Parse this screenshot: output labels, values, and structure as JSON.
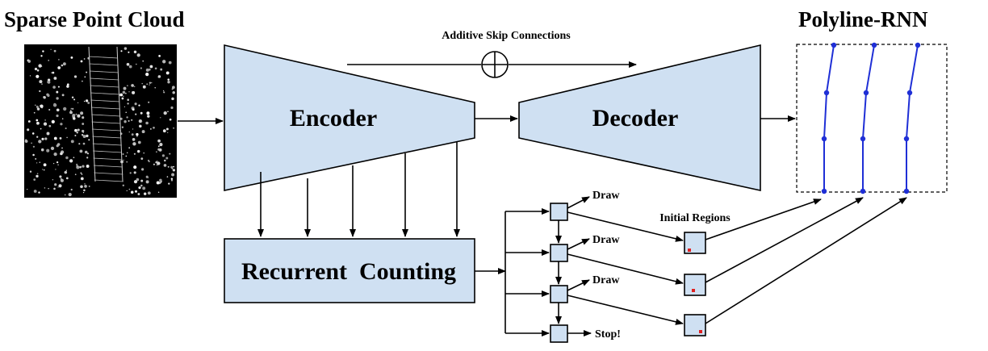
{
  "titles": {
    "input": "Sparse Point Cloud",
    "output": "Polyline-RNN"
  },
  "blocks": {
    "encoder": "Encoder",
    "decoder": "Decoder",
    "counting": "Recurrent  Counting"
  },
  "labels": {
    "skip": "Additive Skip Connections",
    "initial_regions": "Initial Regions",
    "draw": "Draw",
    "stop": "Stop!"
  },
  "colors": {
    "block_fill": "#cfe0f2",
    "polyline": "#1f2fd6",
    "region_marker": "#e02020"
  }
}
